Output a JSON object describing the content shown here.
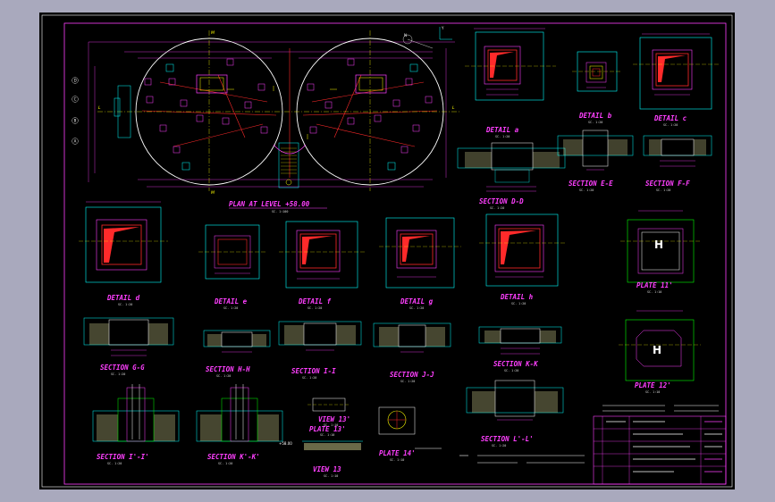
{
  "plan": {
    "title": "PLAN AT LEVEL +58.00",
    "scale": "SC. 1:100",
    "axis_left": "L",
    "axis_right": "L",
    "axis_top": "M",
    "axis_bottom": "M",
    "grid_rows": [
      "D",
      "C",
      "B",
      "A"
    ],
    "north_label": "N",
    "coord_label": "Y"
  },
  "details": [
    {
      "id": "detail-a",
      "title": "DETAIL a",
      "scale": "SC. 1:20"
    },
    {
      "id": "detail-b",
      "title": "DETAIL b",
      "scale": "SC. 1:20"
    },
    {
      "id": "detail-c",
      "title": "DETAIL c",
      "scale": "SC. 1:20"
    },
    {
      "id": "detail-d",
      "title": "DETAIL d",
      "scale": "SC. 1:20"
    },
    {
      "id": "detail-e",
      "title": "DETAIL e",
      "scale": "SC. 1:20"
    },
    {
      "id": "detail-f",
      "title": "DETAIL f",
      "scale": "SC. 1:20"
    },
    {
      "id": "detail-g",
      "title": "DETAIL g",
      "scale": "SC. 1:20"
    },
    {
      "id": "detail-h",
      "title": "DETAIL h",
      "scale": "SC. 1:20"
    }
  ],
  "sections": [
    {
      "id": "section-dd",
      "title": "SECTION D-D",
      "scale": "SC. 1:20"
    },
    {
      "id": "section-ee",
      "title": "SECTION E-E",
      "scale": "SC. 1:20"
    },
    {
      "id": "section-ff",
      "title": "SECTION F-F",
      "scale": "SC. 1:20"
    },
    {
      "id": "section-gg",
      "title": "SECTION G-G",
      "scale": "SC. 1:20"
    },
    {
      "id": "section-hh",
      "title": "SECTION H-H",
      "scale": "SC. 1:20"
    },
    {
      "id": "section-ii",
      "title": "SECTION I-I",
      "scale": "SC. 1:20"
    },
    {
      "id": "section-jj",
      "title": "SECTION J-J",
      "scale": "SC. 1:20"
    },
    {
      "id": "section-kk",
      "title": "SECTION K-K",
      "scale": "SC. 1:20"
    },
    {
      "id": "section-ll",
      "title": "SECTION L'-L'",
      "scale": "SC. 1:20"
    },
    {
      "id": "section-i2",
      "title": "SECTION I'-I'",
      "scale": "SC. 1:20"
    },
    {
      "id": "section-k2",
      "title": "SECTION K'-K'",
      "scale": "SC. 1:20"
    }
  ],
  "plates": [
    {
      "id": "plate-11",
      "title": "PLATE 11'",
      "scale": "SC. 1:10"
    },
    {
      "id": "plate-12",
      "title": "PLATE 12'",
      "scale": "SC. 1:10"
    },
    {
      "id": "plate-13",
      "title": "PLATE 13'",
      "scale": "SC. 1:10"
    },
    {
      "id": "plate-14",
      "title": "PLATE 14'",
      "scale": "SC. 1:10"
    }
  ],
  "views": [
    {
      "id": "view-13-small",
      "title": "VIEW 13'",
      "scale": "SC. 1:10"
    },
    {
      "id": "view-13",
      "title": "VIEW 13",
      "scale": "SC. 1:10"
    }
  ],
  "level_note": "+58.00",
  "title_block": {
    "rows": [
      "",
      "",
      "",
      "",
      "",
      ""
    ],
    "note": ""
  },
  "colors": {
    "background": "#000000",
    "frame": "#ff3fff",
    "concrete": "#00ffff",
    "steel": "#ff2a2a",
    "dims": "#ff3fff",
    "text": "#ffffff",
    "hatch": "#e8e8a0",
    "green": "#00ff00",
    "yellow": "#ffff00"
  }
}
